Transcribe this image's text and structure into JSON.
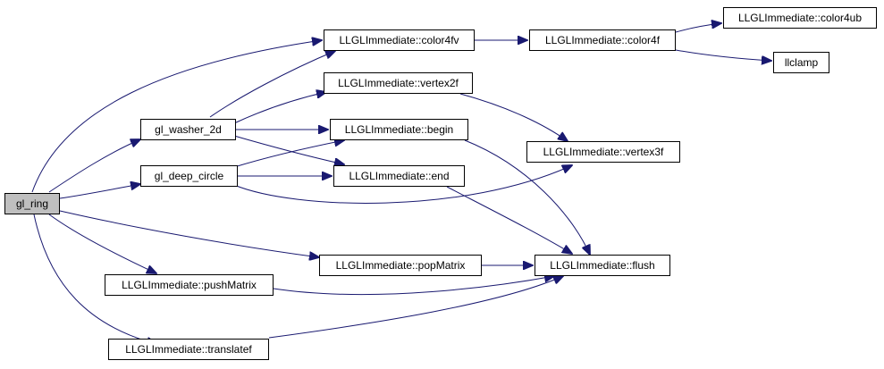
{
  "colors": {
    "edge": "#191970",
    "root_fill": "#bfbfbf",
    "node_fill": "#ffffff",
    "border": "#000000"
  },
  "nodes": {
    "gl_ring": "gl_ring",
    "gl_washer_2d": "gl_washer_2d",
    "gl_deep_circle": "gl_deep_circle",
    "color4fv": "LLGLImmediate::color4fv",
    "color4f": "LLGLImmediate::color4f",
    "color4ub": "LLGLImmediate::color4ub",
    "llclamp": "llclamp",
    "vertex2f": "LLGLImmediate::vertex2f",
    "begin": "LLGLImmediate::begin",
    "vertex3f": "LLGLImmediate::vertex3f",
    "end": "LLGLImmediate::end",
    "popMatrix": "LLGLImmediate::popMatrix",
    "flush": "LLGLImmediate::flush",
    "pushMatrix": "LLGLImmediate::pushMatrix",
    "translatef": "LLGLImmediate::translatef"
  },
  "edges": [
    [
      "gl_ring",
      "color4fv"
    ],
    [
      "gl_ring",
      "gl_washer_2d"
    ],
    [
      "gl_ring",
      "gl_deep_circle"
    ],
    [
      "gl_ring",
      "popMatrix"
    ],
    [
      "gl_ring",
      "pushMatrix"
    ],
    [
      "gl_ring",
      "translatef"
    ],
    [
      "gl_washer_2d",
      "color4fv"
    ],
    [
      "gl_washer_2d",
      "vertex2f"
    ],
    [
      "gl_washer_2d",
      "begin"
    ],
    [
      "gl_washer_2d",
      "end"
    ],
    [
      "gl_deep_circle",
      "begin"
    ],
    [
      "gl_deep_circle",
      "end"
    ],
    [
      "gl_deep_circle",
      "vertex3f"
    ],
    [
      "color4fv",
      "color4f"
    ],
    [
      "color4f",
      "color4ub"
    ],
    [
      "color4f",
      "llclamp"
    ],
    [
      "vertex2f",
      "vertex3f"
    ],
    [
      "begin",
      "flush"
    ],
    [
      "end",
      "flush"
    ],
    [
      "popMatrix",
      "flush"
    ],
    [
      "pushMatrix",
      "flush"
    ],
    [
      "translatef",
      "flush"
    ]
  ]
}
